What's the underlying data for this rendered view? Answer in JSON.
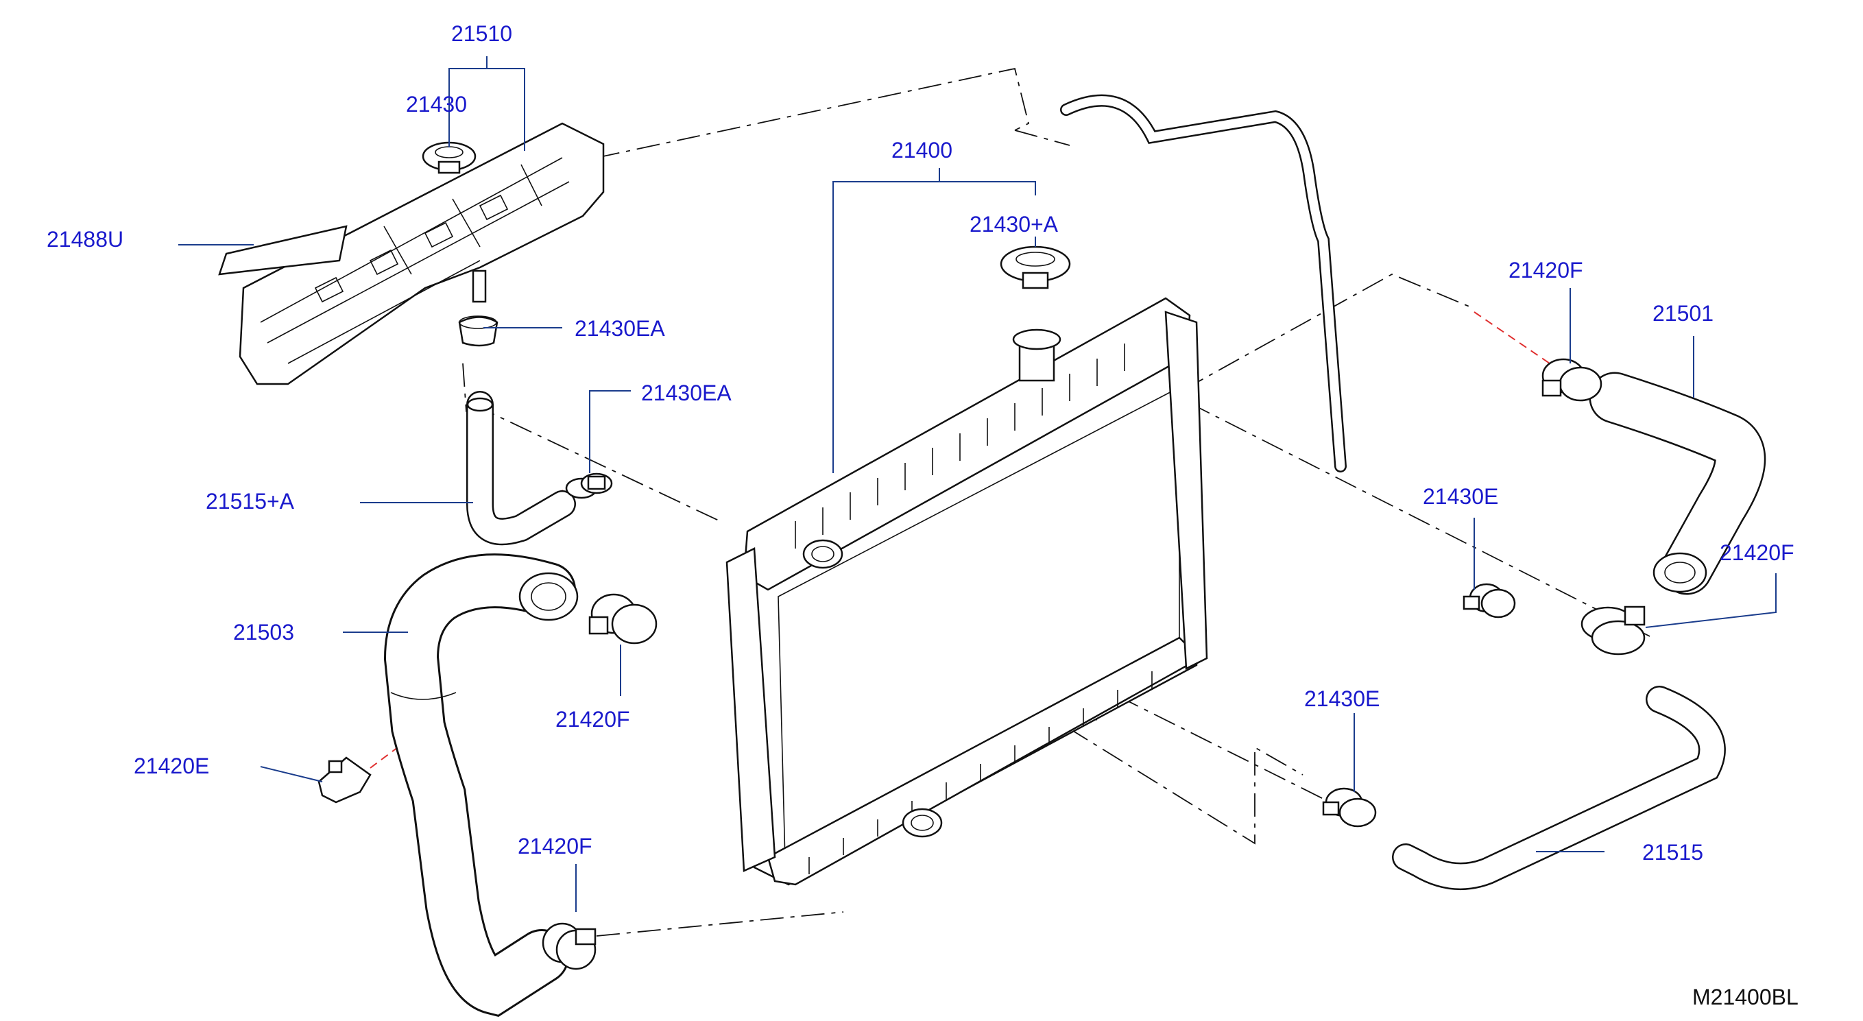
{
  "diagram": {
    "code": "M21400BL",
    "labels": {
      "reservoir_assy": "21510",
      "reservoir_cap": "21430",
      "caution_label": "21488U",
      "reservoir_clamp": "21430EA",
      "overflow_clamp": "21430EA",
      "overflow_hose": "21515+A",
      "radiator_assy": "21400",
      "radiator_cap": "21430+A",
      "lower_hose": "21503",
      "lower_hose_clamp_top": "21420F",
      "lower_hose_clip": "21420E",
      "lower_hose_clamp_bottom": "21420F",
      "upper_hose_clamp_top": "21420F",
      "upper_hose": "21501",
      "upper_hose_clamp_bottom": "21420F",
      "side_hose_clamp_upper": "21430E",
      "side_hose_clamp_lower": "21430E",
      "side_hose": "21515"
    }
  }
}
